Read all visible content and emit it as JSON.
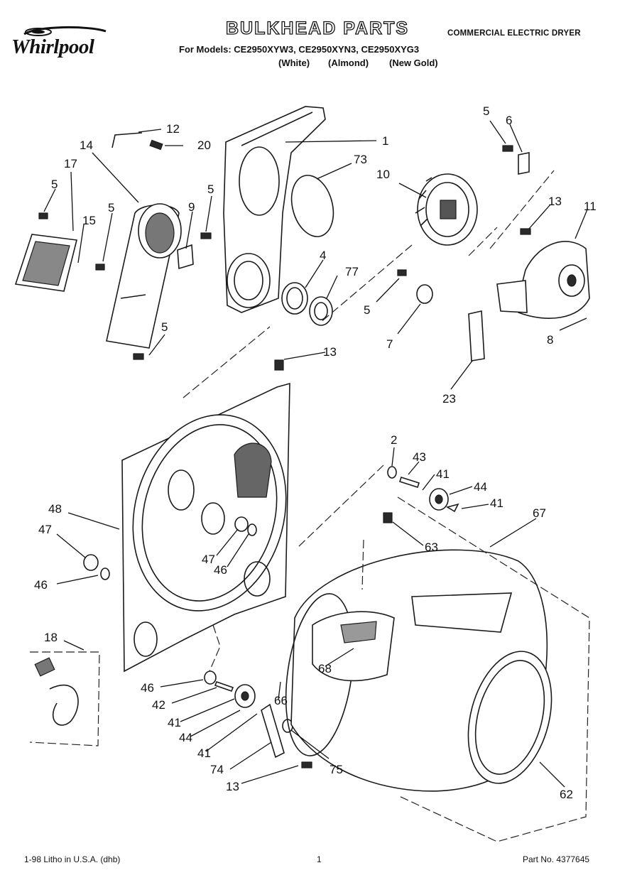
{
  "header": {
    "brand": "Whirlpool",
    "title": "BULKHEAD PARTS",
    "subtitle": "COMMERCIAL ELECTRIC DRYER",
    "models_line": "For Models: CE2950XYW3, CE2950XYN3, CE2950XYG3",
    "colors": [
      "(White)",
      "(Almond)",
      "(New Gold)"
    ]
  },
  "footer": {
    "left": "1-98 Litho in U.S.A. (dhb)",
    "page": "1",
    "part_no": "Part No. 4377645"
  },
  "part_labels": [
    {
      "id": "p12",
      "text": "12"
    },
    {
      "id": "p20",
      "text": "20"
    },
    {
      "id": "p14",
      "text": "14"
    },
    {
      "id": "p17",
      "text": "17"
    },
    {
      "id": "p5a",
      "text": "5"
    },
    {
      "id": "p15",
      "text": "15"
    },
    {
      "id": "p5b",
      "text": "5"
    },
    {
      "id": "p9",
      "text": "9"
    },
    {
      "id": "p5c",
      "text": "5"
    },
    {
      "id": "p5d",
      "text": "5"
    },
    {
      "id": "p1",
      "text": "1"
    },
    {
      "id": "p73",
      "text": "73"
    },
    {
      "id": "p4",
      "text": "4"
    },
    {
      "id": "p77",
      "text": "77"
    },
    {
      "id": "p5e",
      "text": "5"
    },
    {
      "id": "p6",
      "text": "6"
    },
    {
      "id": "p10",
      "text": "10"
    },
    {
      "id": "p13a",
      "text": "13"
    },
    {
      "id": "p11",
      "text": "11"
    },
    {
      "id": "p5f",
      "text": "5"
    },
    {
      "id": "p7",
      "text": "7"
    },
    {
      "id": "p8",
      "text": "8"
    },
    {
      "id": "p23",
      "text": "23"
    },
    {
      "id": "p13b",
      "text": "13"
    },
    {
      "id": "p2",
      "text": "2"
    },
    {
      "id": "p43",
      "text": "43"
    },
    {
      "id": "p41a",
      "text": "41"
    },
    {
      "id": "p44a",
      "text": "44"
    },
    {
      "id": "p41b",
      "text": "41"
    },
    {
      "id": "p67",
      "text": "67"
    },
    {
      "id": "p48",
      "text": "48"
    },
    {
      "id": "p47a",
      "text": "47"
    },
    {
      "id": "p63",
      "text": "63"
    },
    {
      "id": "p47b",
      "text": "47"
    },
    {
      "id": "p46a",
      "text": "46"
    },
    {
      "id": "p46b",
      "text": "46"
    },
    {
      "id": "p18",
      "text": "18"
    },
    {
      "id": "p68",
      "text": "68"
    },
    {
      "id": "p46c",
      "text": "46"
    },
    {
      "id": "p42",
      "text": "42"
    },
    {
      "id": "p66",
      "text": "66"
    },
    {
      "id": "p41c",
      "text": "41"
    },
    {
      "id": "p44b",
      "text": "44"
    },
    {
      "id": "p41d",
      "text": "41"
    },
    {
      "id": "p74",
      "text": "74"
    },
    {
      "id": "p75",
      "text": "75"
    },
    {
      "id": "p13c",
      "text": "13"
    },
    {
      "id": "p62",
      "text": "62"
    }
  ]
}
